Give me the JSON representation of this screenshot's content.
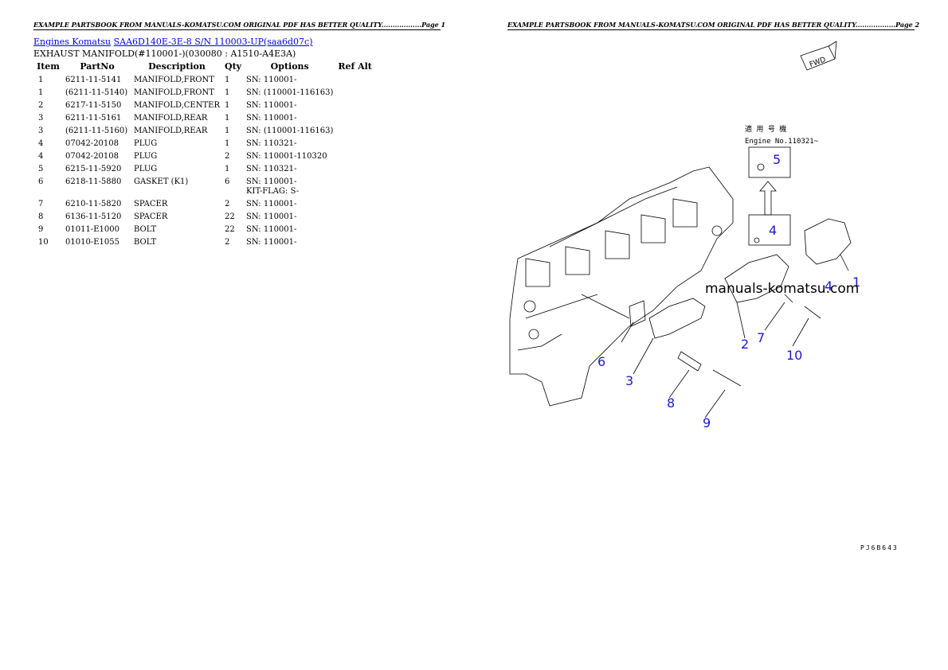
{
  "header": {
    "left": "EXAMPLE PARTSBOOK FROM MANUALS-KOMATSU.COM ORIGINAL PDF HAS BETTER QUALITY..................Page 1",
    "right": "EXAMPLE PARTSBOOK FROM MANUALS-KOMATSU.COM ORIGINAL PDF HAS BETTER QUALITY..................Page 2"
  },
  "breadcrumb": {
    "link1": "Engines Komatsu",
    "link2": "SAA6D140E-3E-8 S/N 110003-UP(saa6d07c)"
  },
  "subtitle": "EXHAUST MANIFOLD(#110001-)(030080 : A1510-A4E3A)",
  "table": {
    "headers": [
      "Item",
      "PartNo",
      "Description",
      "Qty",
      "Options",
      "Ref Alt"
    ],
    "rows": [
      {
        "item": "1",
        "partno": "6211-11-5141",
        "desc": "MANIFOLD,FRONT",
        "qty": "1",
        "options": "SN: 110001-",
        "opt2": ""
      },
      {
        "item": "1",
        "partno": "(6211-11-5140)",
        "desc": "MANIFOLD,FRONT",
        "qty": "1",
        "options": "SN: (110001-116163)",
        "opt2": ""
      },
      {
        "item": "2",
        "partno": "6217-11-5150",
        "desc": "MANIFOLD,CENTER",
        "qty": "1",
        "options": "SN: 110001-",
        "opt2": ""
      },
      {
        "item": "3",
        "partno": "6211-11-5161",
        "desc": "MANIFOLD,REAR",
        "qty": "1",
        "options": "SN: 110001-",
        "opt2": ""
      },
      {
        "item": "3",
        "partno": "(6211-11-5160)",
        "desc": "MANIFOLD,REAR",
        "qty": "1",
        "options": "SN: (110001-116163)",
        "opt2": ""
      },
      {
        "item": "4",
        "partno": "07042-20108",
        "desc": "PLUG",
        "qty": "1",
        "options": "SN: 110321-",
        "opt2": ""
      },
      {
        "item": "4",
        "partno": "07042-20108",
        "desc": "PLUG",
        "qty": "2",
        "options": "SN: 110001-110320",
        "opt2": ""
      },
      {
        "item": "5",
        "partno": "6215-11-5920",
        "desc": "PLUG",
        "qty": "1",
        "options": "SN: 110321-",
        "opt2": ""
      },
      {
        "item": "6",
        "partno": "6218-11-5880",
        "desc": "GASKET (K1)",
        "qty": "6",
        "options": "SN: 110001-",
        "opt2": "KIT-FLAG: S-"
      },
      {
        "item": "7",
        "partno": "6210-11-5820",
        "desc": "SPACER",
        "qty": "2",
        "options": "SN: 110001-",
        "opt2": ""
      },
      {
        "item": "8",
        "partno": "6136-11-5120",
        "desc": "SPACER",
        "qty": "22",
        "options": "SN: 110001-",
        "opt2": ""
      },
      {
        "item": "9",
        "partno": "01011-E1000",
        "desc": "BOLT",
        "qty": "22",
        "options": "SN: 110001-",
        "opt2": ""
      },
      {
        "item": "10",
        "partno": "01010-E1055",
        "desc": "BOLT",
        "qty": "2",
        "options": "SN: 110001-",
        "opt2": ""
      }
    ]
  },
  "diagram": {
    "fwd_label": "FWD",
    "jp_label": "適 用 号 機",
    "engine_no": "Engine No.110321~",
    "watermark": "manuals-komatsu.com",
    "callouts": [
      "1",
      "2",
      "3",
      "4",
      "5",
      "6",
      "7",
      "8",
      "9",
      "10",
      "4"
    ],
    "code": "PJ6B643",
    "callout_color": "#1a1acc"
  }
}
